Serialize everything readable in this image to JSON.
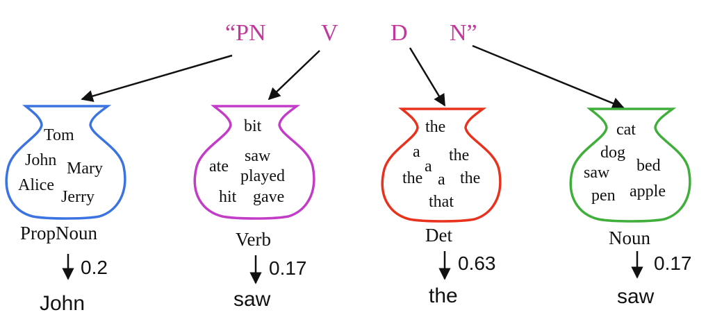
{
  "sequence": {
    "open_quote_tag": "“PN",
    "tag_v": "V",
    "tag_d": "D",
    "close_quote_tag": "N”",
    "color": "#c0399a"
  },
  "urns": [
    {
      "color": "#3b73e0",
      "words": [
        "Tom",
        "John",
        "Mary",
        "Alice",
        "Jerry"
      ],
      "category": "PropNoun",
      "probability": "0.2",
      "emitted": "John"
    },
    {
      "color": "#c23cc8",
      "words": [
        "bit",
        "saw",
        "ate",
        "played",
        "hit",
        "gave"
      ],
      "category": "Verb",
      "probability": "0.17",
      "emitted": "saw"
    },
    {
      "color": "#e8321e",
      "words": [
        "the",
        "a",
        "the",
        "a",
        "the",
        "a",
        "the",
        "that"
      ],
      "category": "Det",
      "probability": "0.63",
      "emitted": "the"
    },
    {
      "color": "#3fae3a",
      "words": [
        "cat",
        "dog",
        "bed",
        "saw",
        "pen",
        "apple"
      ],
      "category": "Noun",
      "probability": "0.17",
      "emitted": "saw"
    }
  ]
}
